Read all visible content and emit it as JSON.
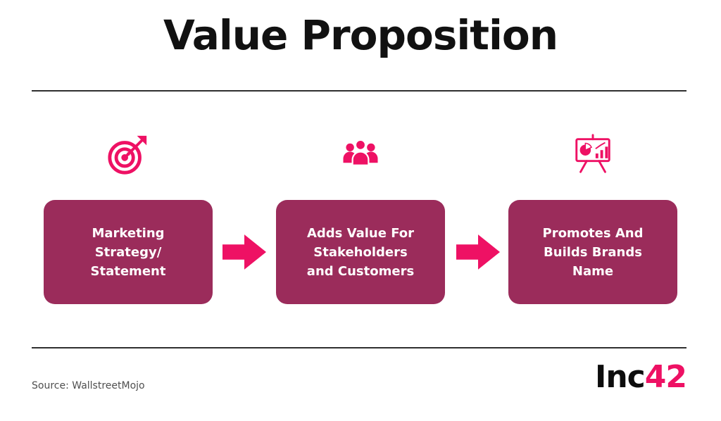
{
  "title": "Value Proposition",
  "steps": [
    {
      "label": "Marketing\nStrategy/\nStatement",
      "icon": "target-icon"
    },
    {
      "label": "Adds Value For\nStakeholders\nand Customers",
      "icon": "people-group-icon"
    },
    {
      "label": "Promotes And\nBuilds Brands\nName",
      "icon": "presentation-chart-icon"
    }
  ],
  "footer": {
    "source": "Source: WallstreetMojo",
    "logo": {
      "prefix": "Inc",
      "suffix": "42"
    }
  },
  "colors": {
    "box": "#9b2c5b",
    "accent": "#ee1164",
    "title": "#111111",
    "rule": "#2f2f2f",
    "source_text": "#4f4f4f",
    "box_text": "#ffffff"
  }
}
